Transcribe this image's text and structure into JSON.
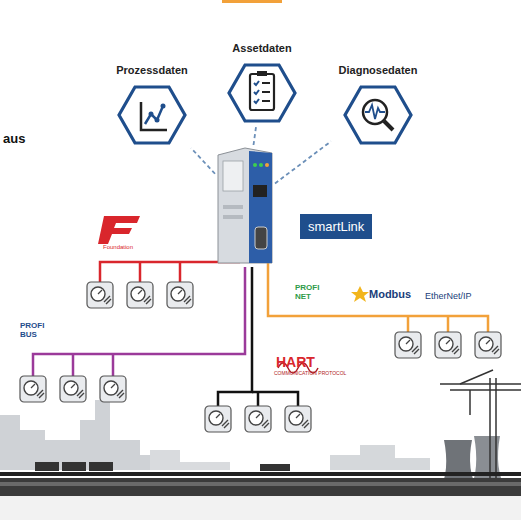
{
  "diagram": {
    "nodes": [
      {
        "text": [
          "Prozessdaten"
        ]
      },
      {
        "text": [
          "Assetdaten"
        ]
      },
      {
        "text": [
          "Diagnosedaten"
        ]
      },
      {
        "text": [
          "smartLink"
        ]
      }
    ],
    "edges": [
      {
        "from": 3,
        "to": 0,
        "arrow": "none"
      },
      {
        "from": 3,
        "to": 1,
        "arrow": "none"
      },
      {
        "from": 3,
        "to": 2,
        "arrow": "none"
      }
    ],
    "labels": [
      "aus",
      "Foundation",
      "PROFI BUS",
      "HART",
      "COMMUNICATION PROTOCOL",
      "PROFI NET",
      "Modbus",
      "EtherNet/IP"
    ]
  }
}
